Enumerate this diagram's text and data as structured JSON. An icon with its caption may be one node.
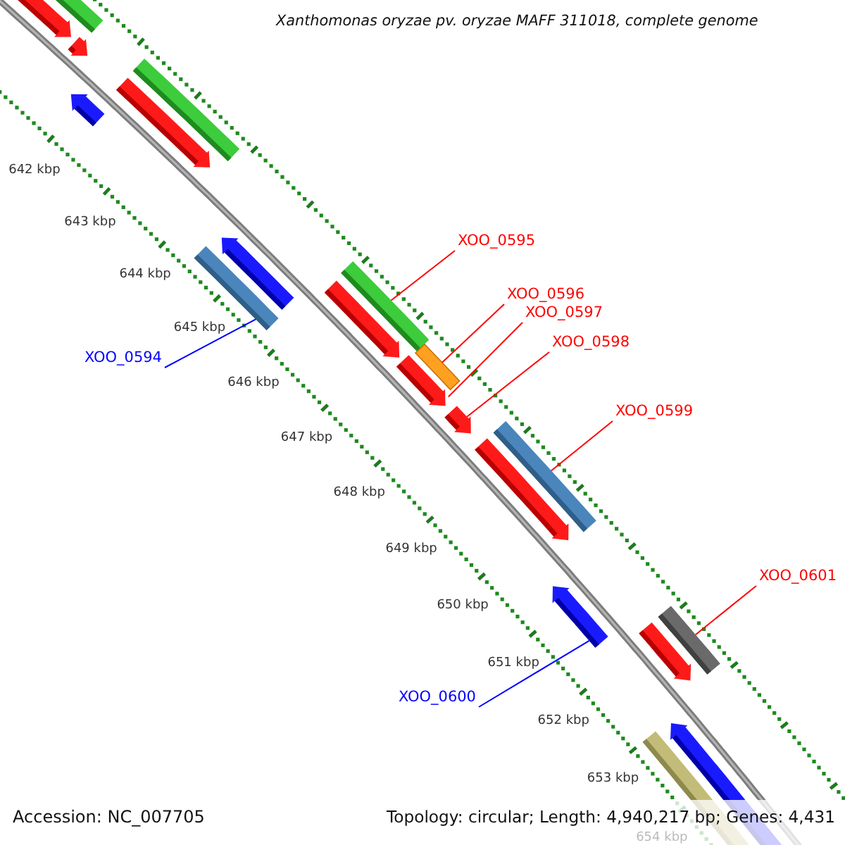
{
  "diagram": {
    "title": "Xanthomonas oryzae pv. oryzae MAFF 311018, complete genome",
    "nodes": [
      {
        "text": [
          "XOO_0595"
        ]
      },
      {
        "text": [
          "XOO_0596"
        ]
      },
      {
        "text": [
          "XOO_0597"
        ]
      },
      {
        "text": [
          "XOO_0598"
        ]
      },
      {
        "text": [
          "XOO_0594"
        ]
      },
      {
        "text": [
          "XOO_0599"
        ]
      },
      {
        "text": [
          "XOO_0601"
        ]
      },
      {
        "text": [
          "XOO_0600"
        ]
      },
      {
        "text": [],
        "shape": "bar"
      },
      {
        "text": [],
        "shape": "bar"
      },
      {
        "text": [],
        "shape": "arrow"
      },
      {
        "text": [],
        "shape": "bar"
      },
      {
        "text": [],
        "shape": "arrow"
      },
      {
        "text": [],
        "shape": "bar"
      },
      {
        "text": [],
        "shape": "arrow"
      },
      {
        "text": [],
        "shape": "bar"
      }
    ],
    "edges": [
      {
        "from": 0,
        "to": 9,
        "arrow": "none"
      },
      {
        "from": 1,
        "to": 11,
        "arrow": "none"
      },
      {
        "from": 2,
        "to": 10,
        "arrow": "none"
      },
      {
        "from": 3,
        "to": 12,
        "arrow": "none"
      },
      {
        "from": 4,
        "to": 8,
        "arrow": "none",
        "color": "#0000ff"
      },
      {
        "from": 5,
        "to": 13,
        "arrow": "none"
      },
      {
        "from": 6,
        "to": 15,
        "arrow": "none"
      },
      {
        "from": 7,
        "to": 14,
        "arrow": "none",
        "color": "#0000ff"
      }
    ],
    "labels": [
      "642 kbp",
      "643 kbp",
      "644 kbp",
      "645 kbp",
      "646 kbp",
      "647 kbp",
      "648 kbp",
      "649 kbp",
      "650 kbp",
      "651 kbp",
      "652 kbp",
      "653 kbp",
      "654 kbp",
      "Accession: NC_007705",
      "Topology: circular; Length: 4,940,217 bp; Genes: 4,431"
    ]
  }
}
